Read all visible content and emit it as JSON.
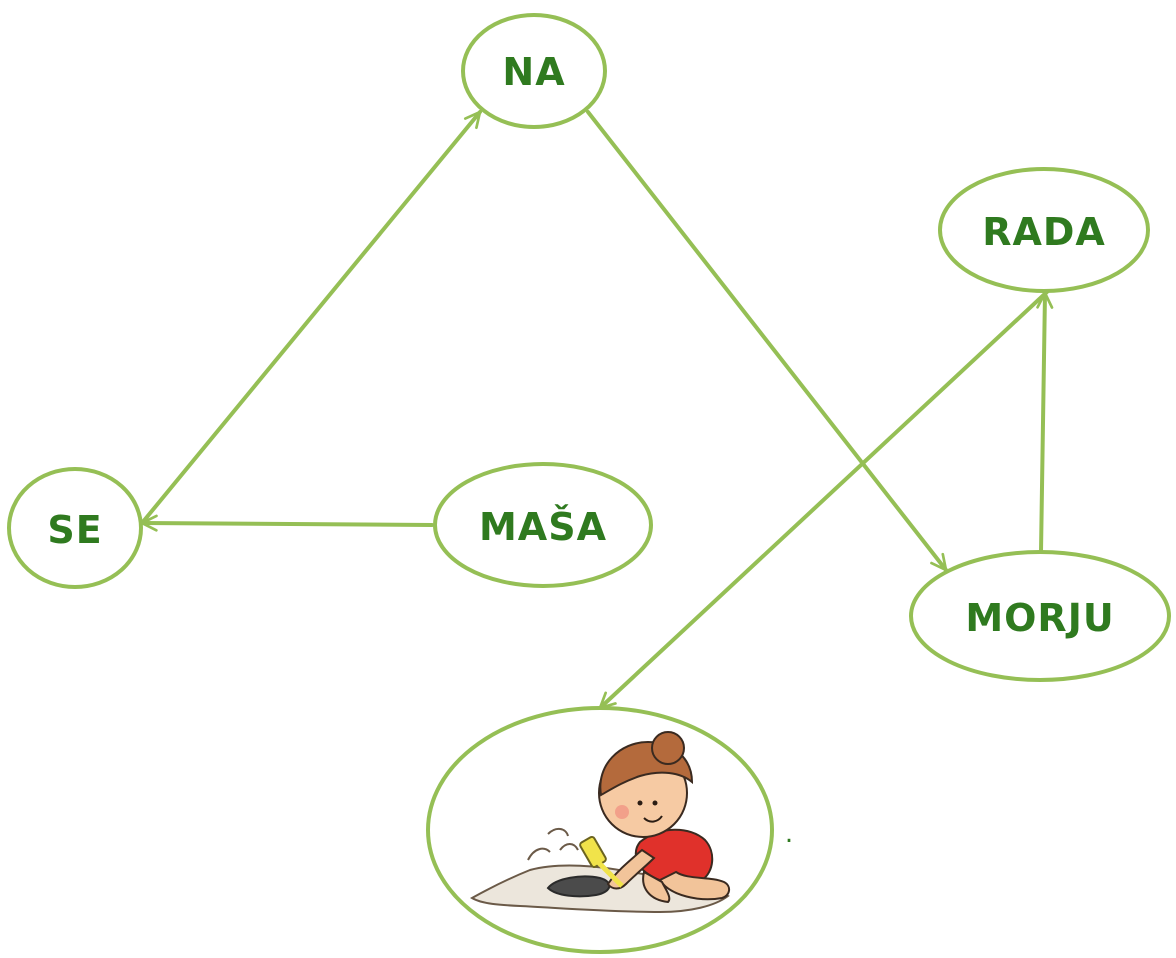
{
  "diagram": {
    "nodes": {
      "na": {
        "label": "NA"
      },
      "rada": {
        "label": "RADA"
      },
      "se": {
        "label": "SE"
      },
      "masa": {
        "label": "MAŠA"
      },
      "morju": {
        "label": "MORJU"
      },
      "picture": {
        "label": ""
      }
    },
    "edges": [
      {
        "from": "masa",
        "to": "se"
      },
      {
        "from": "se",
        "to": "na"
      },
      {
        "from": "na",
        "to": "morju"
      },
      {
        "from": "morju",
        "to": "rada"
      },
      {
        "from": "rada",
        "to": "picture"
      }
    ],
    "trailing_mark": "."
  },
  "colors": {
    "stroke": "#95bf55",
    "text": "#2f7a1f"
  },
  "illustration": {
    "icon": "girl-playing-in-sand-icon"
  }
}
